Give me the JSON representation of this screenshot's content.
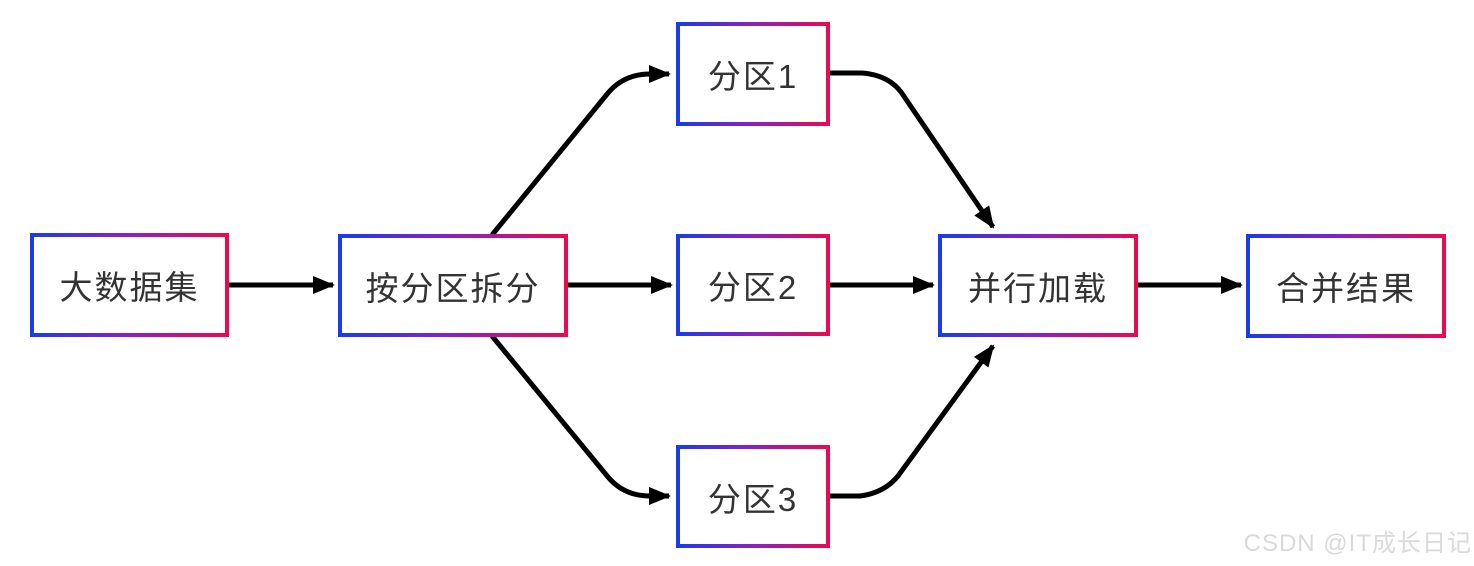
{
  "diagram": {
    "type": "flowchart",
    "background": "#ffffff",
    "nodes": [
      {
        "id": "dataset",
        "label": "大数据集"
      },
      {
        "id": "split",
        "label": "按分区拆分"
      },
      {
        "id": "partition-1",
        "label": "分区1"
      },
      {
        "id": "partition-2",
        "label": "分区2"
      },
      {
        "id": "partition-3",
        "label": "分区3"
      },
      {
        "id": "parallel-load",
        "label": "并行加载"
      },
      {
        "id": "merge-result",
        "label": "合并结果"
      }
    ],
    "edges": [
      {
        "from": "dataset",
        "to": "split"
      },
      {
        "from": "split",
        "to": "partition-1"
      },
      {
        "from": "split",
        "to": "partition-2"
      },
      {
        "from": "split",
        "to": "partition-3"
      },
      {
        "from": "partition-1",
        "to": "parallel-load"
      },
      {
        "from": "partition-2",
        "to": "parallel-load"
      },
      {
        "from": "partition-3",
        "to": "parallel-load"
      },
      {
        "from": "parallel-load",
        "to": "merge-result"
      }
    ],
    "colors": {
      "node_border_gradient_start": "#1c3be8",
      "node_border_gradient_mid": "#8a21c2",
      "node_border_gradient_end": "#ea0a4e",
      "node_fill": "#ffffff",
      "node_text": "#333333",
      "arrow": "#000000",
      "watermark_text": "#dadada"
    }
  },
  "watermark": {
    "text": "CSDN @IT成长日记"
  }
}
